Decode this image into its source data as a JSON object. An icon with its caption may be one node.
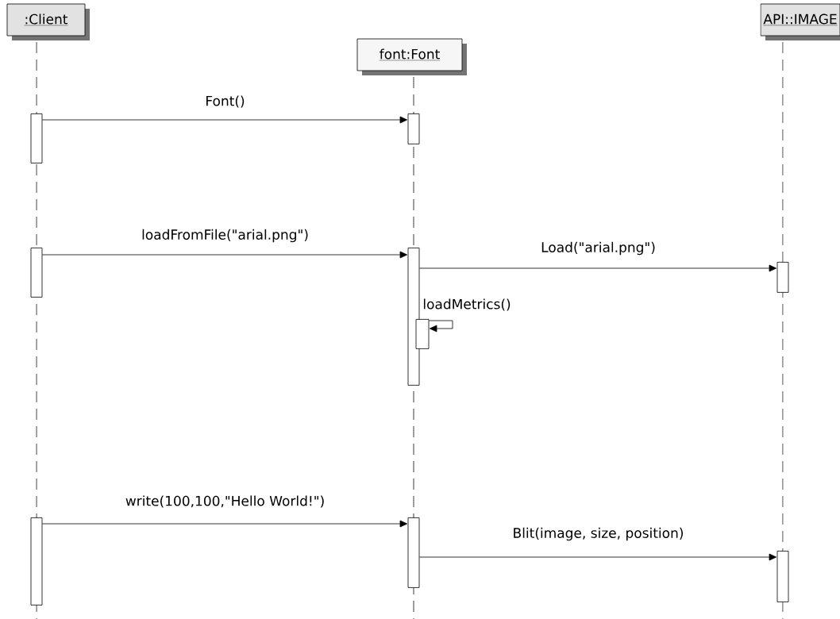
{
  "diagram": {
    "nodes": [
      {
        "text": [
          ":Client"
        ]
      },
      {
        "text": [
          "font:Font"
        ]
      },
      {
        "text": [
          "API::IMAGE"
        ]
      },
      {
        "text": [],
        "shape": "bar"
      },
      {
        "text": [],
        "shape": "bar"
      },
      {
        "text": [],
        "shape": "bar"
      },
      {
        "text": [],
        "shape": "bar"
      },
      {
        "text": [],
        "shape": "bar"
      },
      {
        "text": [],
        "shape": "bar"
      },
      {
        "text": [],
        "shape": "bar"
      },
      {
        "text": [],
        "shape": "bar"
      },
      {
        "text": [],
        "shape": "bar"
      }
    ],
    "edges": [
      {
        "from": 3,
        "to": 4,
        "arrow": "to",
        "label": "Font()"
      },
      {
        "from": 5,
        "to": 6,
        "arrow": "to",
        "label": "loadFromFile(\"arial.png\")"
      },
      {
        "from": 6,
        "to": 7,
        "arrow": "to",
        "label": "Load(\"arial.png\")"
      },
      {
        "from": 8,
        "to": 8,
        "arrow": "to",
        "label": "loadMetrics()"
      },
      {
        "from": 9,
        "to": 10,
        "arrow": "to",
        "label": "write(100,100,\"Hello World!\")"
      },
      {
        "from": 10,
        "to": 11,
        "arrow": "to",
        "label": "Blit(image, size, position)"
      }
    ]
  }
}
